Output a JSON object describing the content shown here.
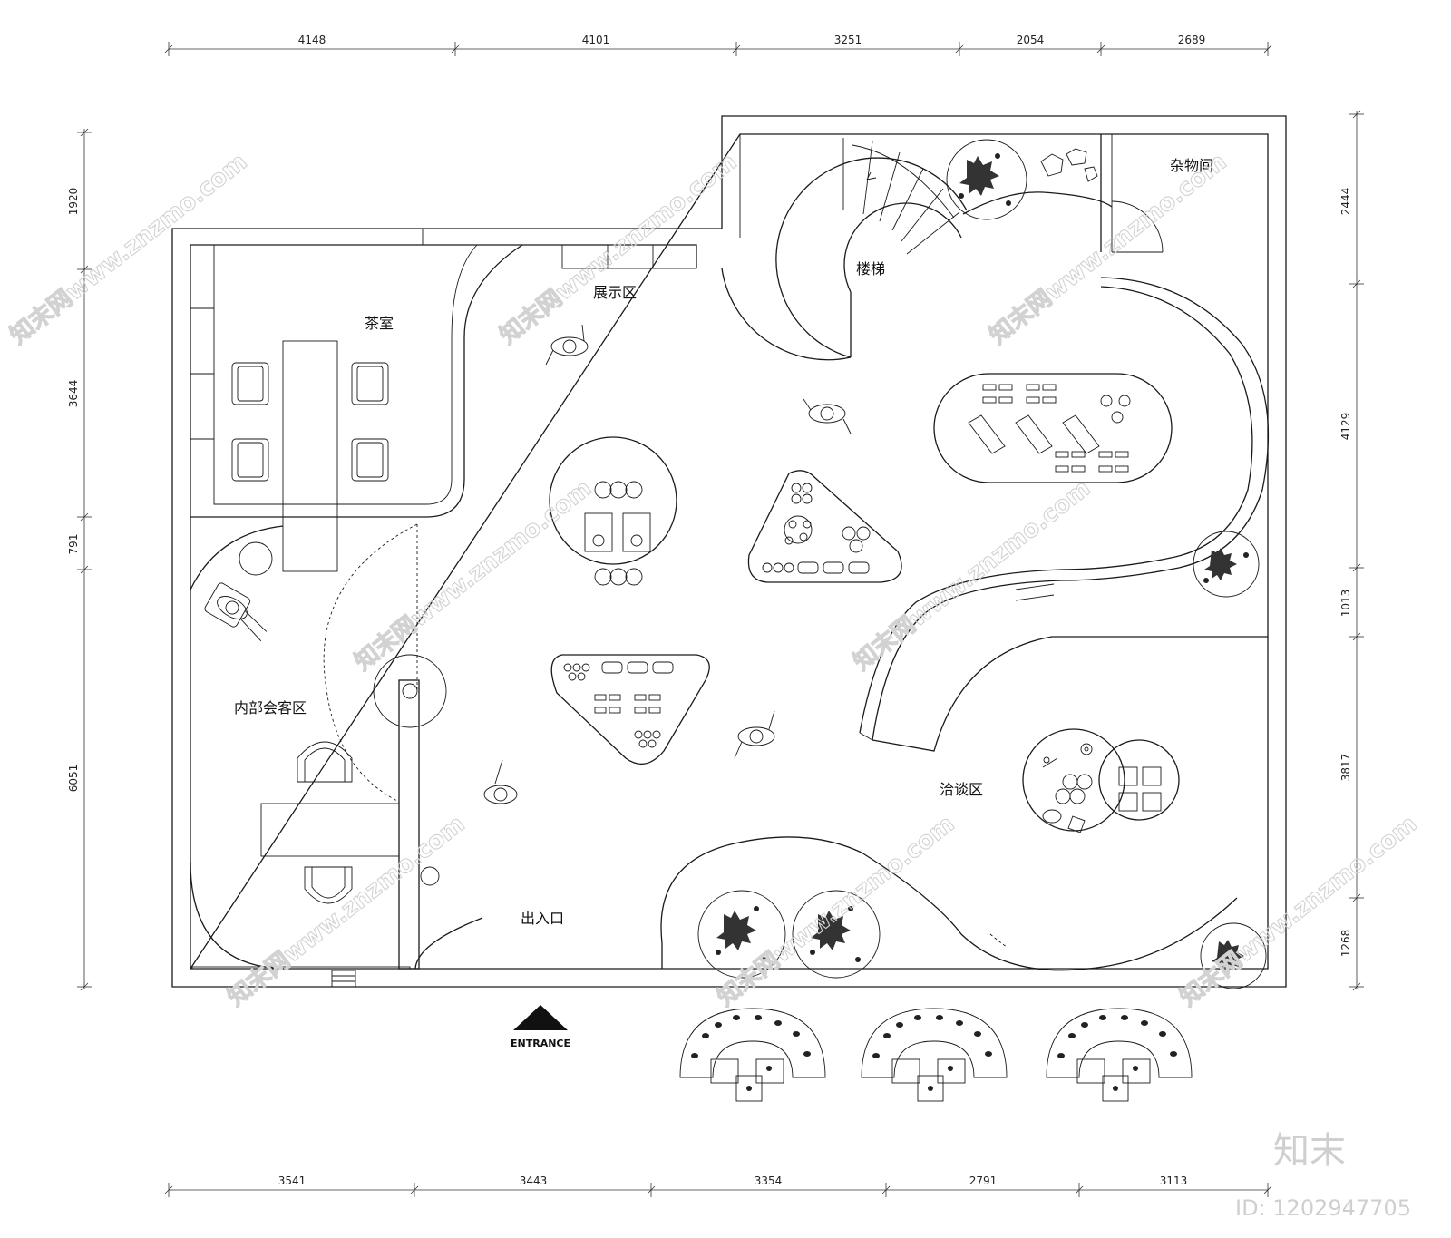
{
  "dimensions": {
    "top": [
      "4148",
      "4101",
      "3251",
      "2054",
      "2689"
    ],
    "bottom": [
      "3541",
      "3443",
      "3354",
      "2791",
      "3113"
    ],
    "left": [
      "1920",
      "3644",
      "791",
      "6051"
    ],
    "right": [
      "2444",
      "4129",
      "1013",
      "3817",
      "1268"
    ]
  },
  "rooms": {
    "tea_room": "茶室",
    "exhibition": "展示区",
    "stairs": "楼梯",
    "storage": "杂物间",
    "internal_reception": "内部会客区",
    "negotiation": "洽谈区",
    "entrance_exit": "出入口"
  },
  "entrance_label": "ENTRANCE",
  "watermark": {
    "text": "知末网www.znzmo.com",
    "brand": "知末",
    "id": "ID: 1202947705"
  }
}
